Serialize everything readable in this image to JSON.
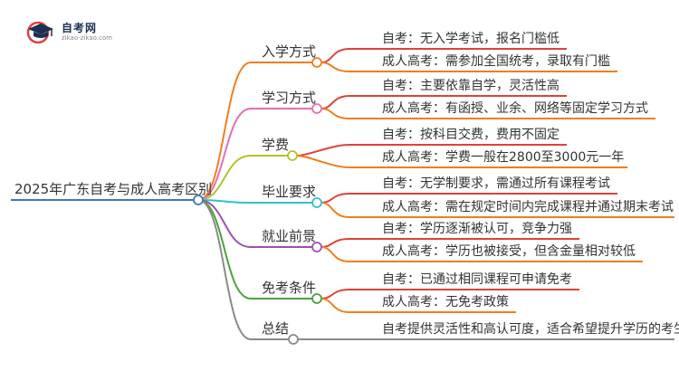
{
  "logo": {
    "title": "自考网",
    "url": "zikao-zikao.com",
    "icon": "graduation-cap-icon",
    "colors": {
      "cap": "#1d2f55",
      "accent": "#e0413a",
      "text": "#1d2f55"
    }
  },
  "root": {
    "label": "2025年广东自考与成人高考区别",
    "color": "#3a7ab8"
  },
  "branches": [
    {
      "label": "入学方式",
      "color": "#f07e1c",
      "leaves": [
        "自考：无入学考试，报名门槛低",
        "成人高考：需参加全国统考，录取有门槛"
      ]
    },
    {
      "label": "学习方式",
      "color": "#e46fb5",
      "leaves": [
        "自考：主要依靠自学，灵活性高",
        "成人高考：有函授、业余、网络等固定学习方式"
      ]
    },
    {
      "label": "学费",
      "color": "#b4c22a",
      "leaves": [
        "自考：按科目交费，费用不固定",
        "成人高考：学费一般在2800至3000元一年"
      ]
    },
    {
      "label": "毕业要求",
      "color": "#2fc2c9",
      "leaves": [
        "自考：无学制要求，需通过所有课程考试",
        "成人高考：需在规定时间内完成课程并通过期末考试"
      ]
    },
    {
      "label": "就业前景",
      "color": "#9e4fb2",
      "leaves": [
        "自考：学历逐渐被认可，竞争力强",
        "成人高考：学历也被接受，但含金量相对较低"
      ]
    },
    {
      "label": "免考条件",
      "color": "#4aa23c",
      "leaves": [
        "自考：已通过相同课程可申请免考",
        "成人高考：无免考政策"
      ]
    },
    {
      "label": "总结",
      "color": "#8a8a8a",
      "leaves": [
        "自考提供灵活性和高认可度，适合希望提升学历的考生。"
      ]
    }
  ],
  "leaf_colors": [
    "#e0413a",
    "#f07e1c",
    "#8a8a8a"
  ]
}
